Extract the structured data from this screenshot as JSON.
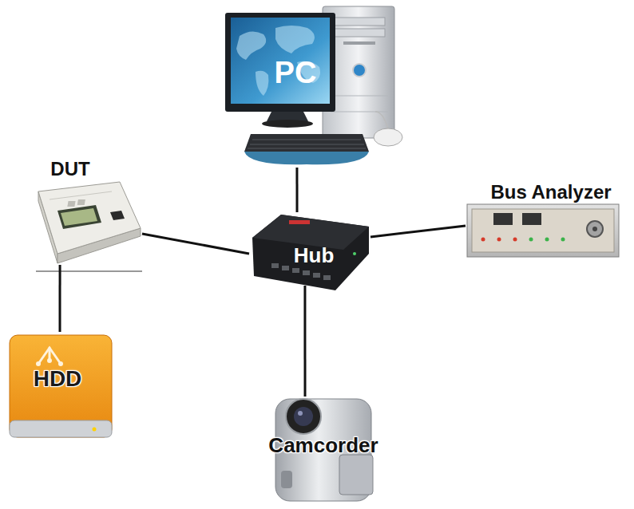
{
  "diagram": {
    "nodes": [
      {
        "text": [
          "PC"
        ]
      },
      {
        "text": [
          "DUT"
        ]
      },
      {
        "text": [
          "Bus Analyzer"
        ]
      },
      {
        "text": [
          "Hub"
        ]
      },
      {
        "text": [
          "HDD"
        ]
      },
      {
        "text": [
          "Camcorder"
        ]
      }
    ],
    "edges": [
      {
        "from": 0,
        "to": 3,
        "arrow": "none"
      },
      {
        "from": 1,
        "to": 3,
        "arrow": "none"
      },
      {
        "from": 3,
        "to": 2,
        "arrow": "none"
      },
      {
        "from": 1,
        "to": 4,
        "arrow": "none"
      },
      {
        "from": 3,
        "to": 5,
        "arrow": "none"
      }
    ]
  }
}
